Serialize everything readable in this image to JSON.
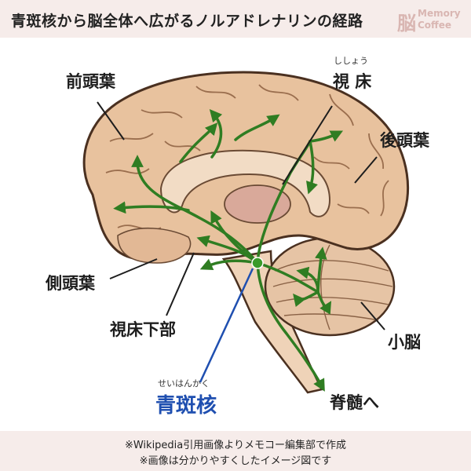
{
  "header": {
    "title": "青斑核から脳全体へ広がるノルアドレナリンの経路"
  },
  "logo": {
    "glyph": "脳",
    "line1": "Memory",
    "line2": "Coffee"
  },
  "labels": {
    "frontal": "前頭葉",
    "thalamus_ruby": "ししょう",
    "thalamus": "視 床",
    "occipital": "後頭葉",
    "temporal": "側頭葉",
    "hypothalamus": "視床下部",
    "cerebellum": "小脳",
    "locus_ruby": "せいはんかく",
    "locus": "青斑核",
    "spinal": "脊髄へ"
  },
  "footer": {
    "note1": "※Wikipedia引用画像よりメモコー編集部で作成",
    "note2": "※画像は分かりやすくしたイメージ図です"
  },
  "colors": {
    "brain_fill": "#e8c29e",
    "brain_outline": "#4a3020",
    "pathway": "#2f7d22",
    "locus_label": "#1f4fb0"
  }
}
